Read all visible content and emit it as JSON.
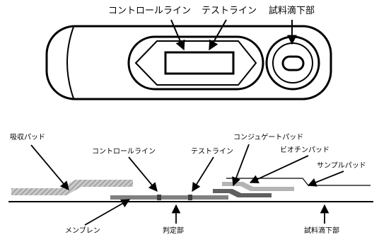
{
  "top_labels": {
    "control_line": "コントロールライン",
    "test_line": "テストライン",
    "sample_drop": "試料滴下部"
  },
  "cross_section_labels": {
    "absorbent_pad": "吸収パッド",
    "control_line": "コントロールライン",
    "test_line": "テストライン",
    "conjugate_pad": "コンジュゲートパッド",
    "biotin_pad": "ビオチンパッド",
    "sample_pad": "サンプルパッド",
    "membrane": "メンブレン",
    "judgement_area": "判定部",
    "sample_drop": "試料滴下部"
  }
}
